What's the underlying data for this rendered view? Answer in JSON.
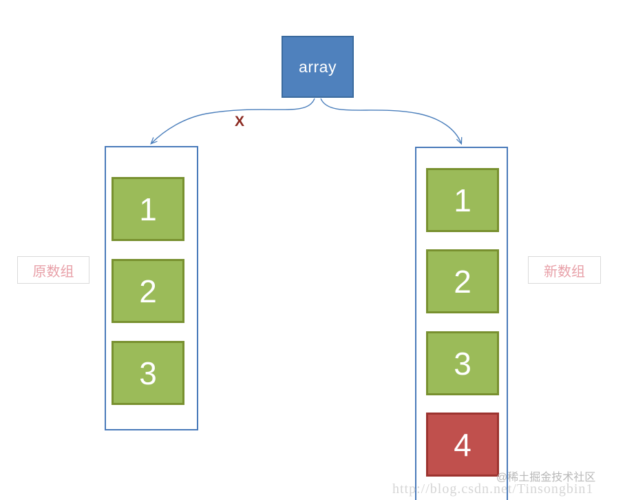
{
  "diagram": {
    "root": {
      "label": "array"
    },
    "cross_marker": {
      "symbol": "X",
      "color": "#8C2B22",
      "meaning": "old-reference-broken"
    },
    "edges": [
      {
        "name": "array-to-old-array",
        "from": "array",
        "to": "原数组",
        "crossed_out": true
      },
      {
        "name": "array-to-new-array",
        "from": "array",
        "to": "新数组",
        "crossed_out": false
      }
    ],
    "columns": [
      {
        "id": "old",
        "label": "原数组",
        "cells": [
          {
            "value": "1",
            "color": "#9BBB59"
          },
          {
            "value": "2",
            "color": "#9BBB59"
          },
          {
            "value": "3",
            "color": "#9BBB59"
          }
        ]
      },
      {
        "id": "new",
        "label": "新数组",
        "cells": [
          {
            "value": "1",
            "color": "#9BBB59"
          },
          {
            "value": "2",
            "color": "#9BBB59"
          },
          {
            "value": "3",
            "color": "#9BBB59"
          },
          {
            "value": "4",
            "color": "#C0504D"
          }
        ]
      }
    ]
  },
  "colors": {
    "node_blue": "#4F81BD",
    "node_blue_border": "#3A6A9E",
    "cell_green": "#9BBB59",
    "cell_green_border": "#78902F",
    "cell_red": "#C0504D",
    "cell_red_border": "#9C332F",
    "container_border": "#4879B9",
    "label_text": "#E8A0A8",
    "connector": "#4A7EBB"
  },
  "watermarks": {
    "brand": "@稀土掘金技术社区",
    "url": "http://blog.csdn.net/Tinsongbin1"
  }
}
